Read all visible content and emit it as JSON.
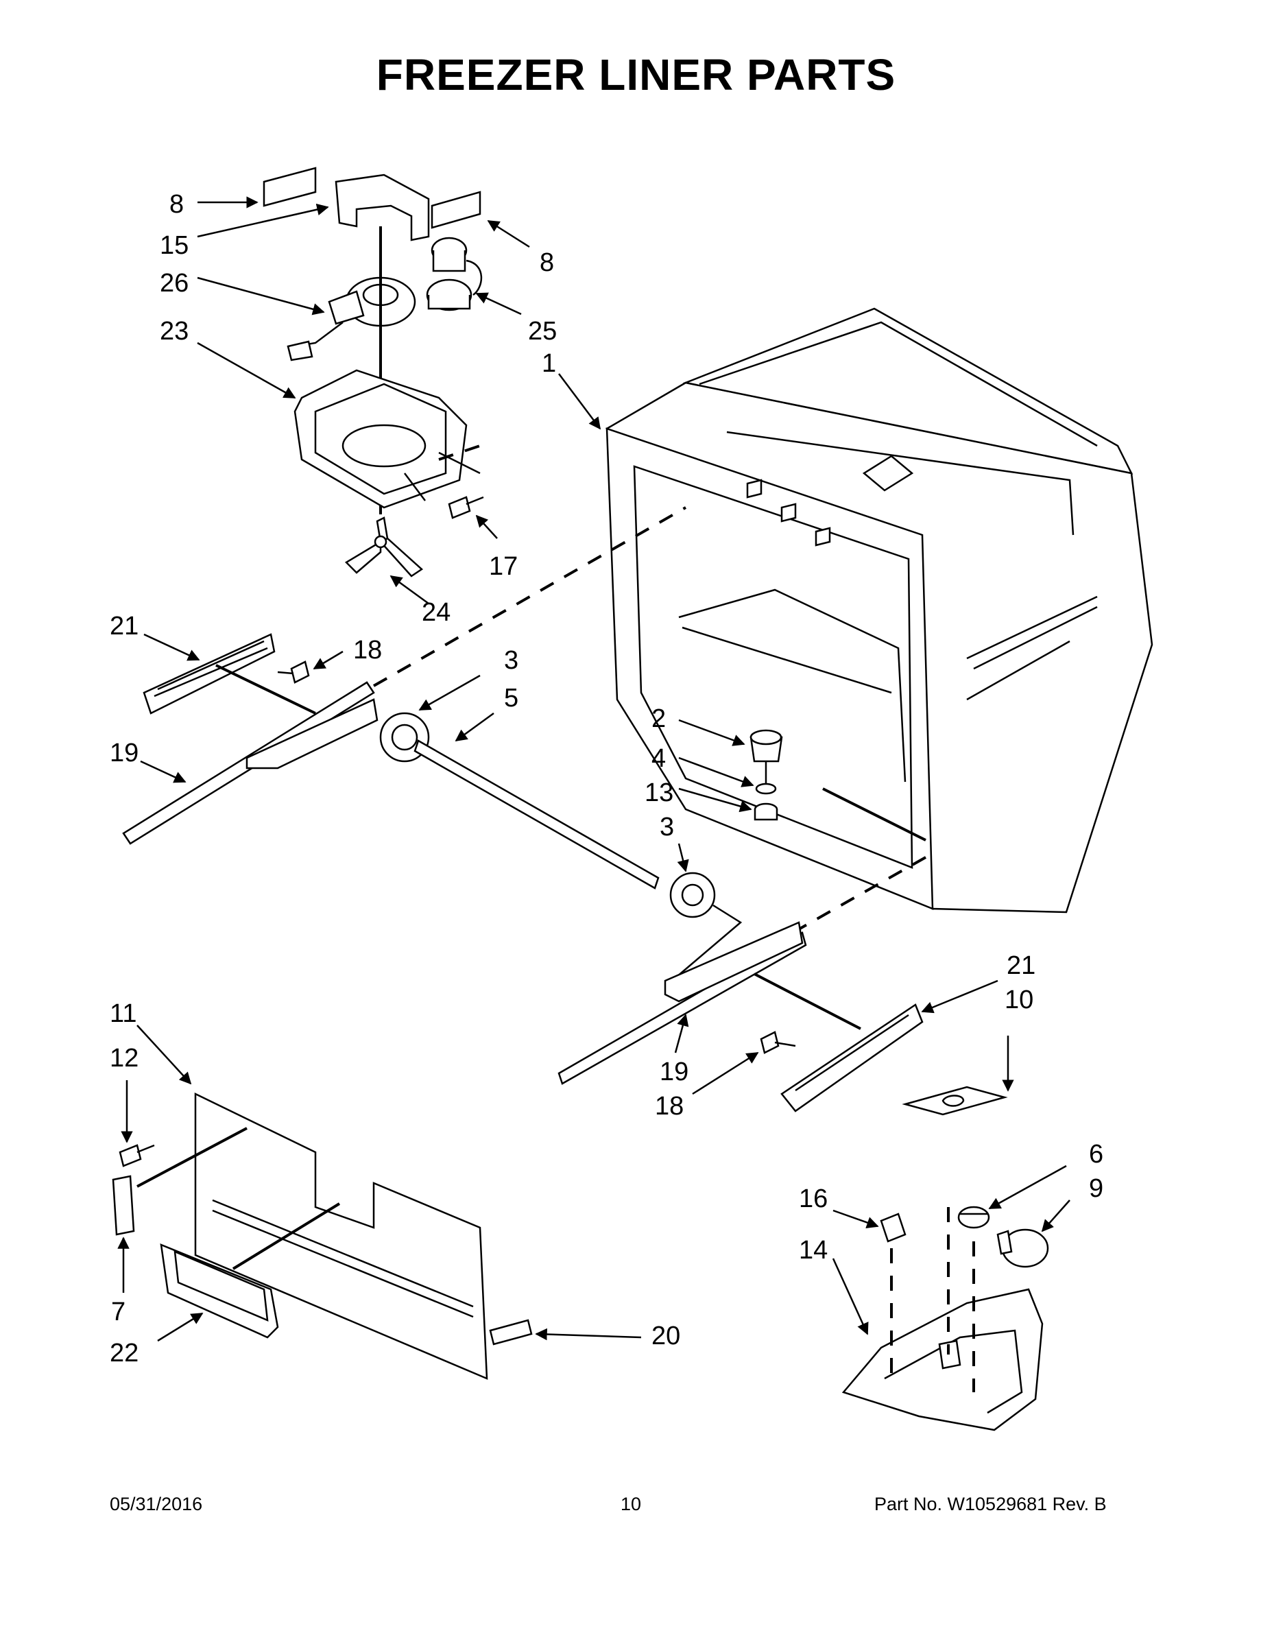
{
  "page": {
    "title": "FREEZER LINER PARTS",
    "footer_date": "05/31/2016",
    "footer_page": "10",
    "footer_part": "Part No.  W10529681  Rev.  B"
  },
  "callouts": {
    "c8a": "8",
    "c15": "15",
    "c26": "26",
    "c23": "23",
    "c8b": "8",
    "c25": "25",
    "c1": "1",
    "c17": "17",
    "c24": "24",
    "c21a": "21",
    "c18a": "18",
    "c3a": "3",
    "c5": "5",
    "c19a": "19",
    "c2": "2",
    "c4": "4",
    "c13": "13",
    "c3b": "3",
    "c21b": "21",
    "c10": "10",
    "c11": "11",
    "c12": "12",
    "c19b": "19",
    "c18b": "18",
    "c6": "6",
    "c9": "9",
    "c16": "16",
    "c14": "14",
    "c7": "7",
    "c22": "22",
    "c20": "20"
  }
}
